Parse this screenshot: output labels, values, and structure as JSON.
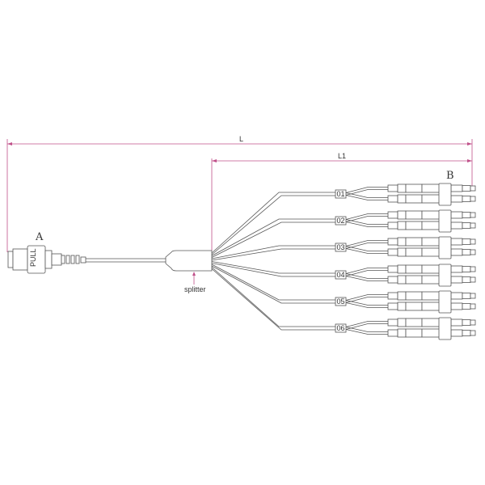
{
  "dimensions": {
    "total_length_label": "L",
    "branch_length_label": "L1"
  },
  "ends": {
    "a_label": "A",
    "b_label": "B"
  },
  "connector_a": {
    "pull_text": "PULL"
  },
  "splitter": {
    "label": "splitter"
  },
  "legs": [
    "01",
    "02",
    "03",
    "04",
    "05",
    "06"
  ],
  "colors": {
    "dimension": "#c0508a",
    "line": "#555555"
  }
}
